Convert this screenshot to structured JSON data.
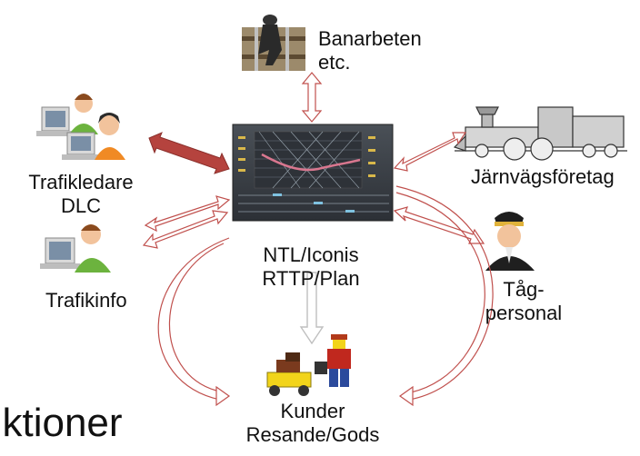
{
  "nodes": {
    "banarbeten": {
      "line1": "Banarbeten",
      "line2": "etc."
    },
    "trafikledare": {
      "line1": "Trafikledare",
      "line2": "DLC"
    },
    "jarnvag": {
      "line1": "Järnvägsföretag"
    },
    "trafikinfo": {
      "line1": "Trafikinfo"
    },
    "center": {
      "line1": "NTL/Iconis",
      "line2": "RTTP/Plan"
    },
    "tagpersonal": {
      "line1": "Tåg-",
      "line2": "personal"
    },
    "kunder": {
      "line1": "Kunder",
      "line2": "Resande/Gods"
    }
  },
  "footer_fragment": "nktioner",
  "colors": {
    "arrow_outline": "#c0504d",
    "arrow_solid": "#b5433e",
    "arrow_gray": "#bfbfbf",
    "screen_bg": "#3b4046"
  },
  "icons": {
    "worker": "track-worker-icon",
    "operators": "two-operators-at-computers-icon",
    "train": "steam-locomotive-icon",
    "info_operator": "operator-at-computer-icon",
    "conductor": "conductor-icon",
    "customers": "lego-travellers-icon"
  }
}
